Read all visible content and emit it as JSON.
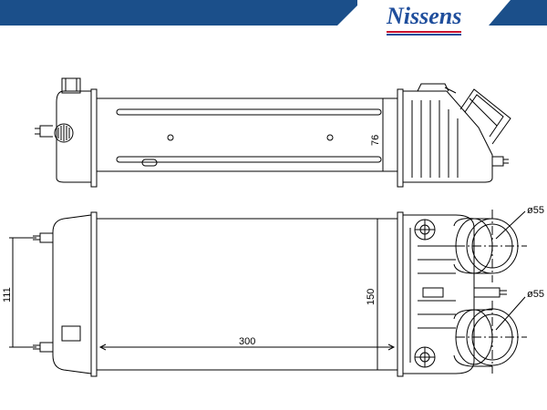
{
  "brand": {
    "logo_text": "Nissens",
    "banner_color": "#1b4f8a",
    "logo_color": "#1f4e9c",
    "stripe_color": "#c8102e"
  },
  "dimensions": {
    "depth": "76",
    "height_outer": "111",
    "height_core": "150",
    "width_core": "300",
    "pipe_diameter_top": "ø55",
    "pipe_diameter_bottom": "ø55"
  }
}
